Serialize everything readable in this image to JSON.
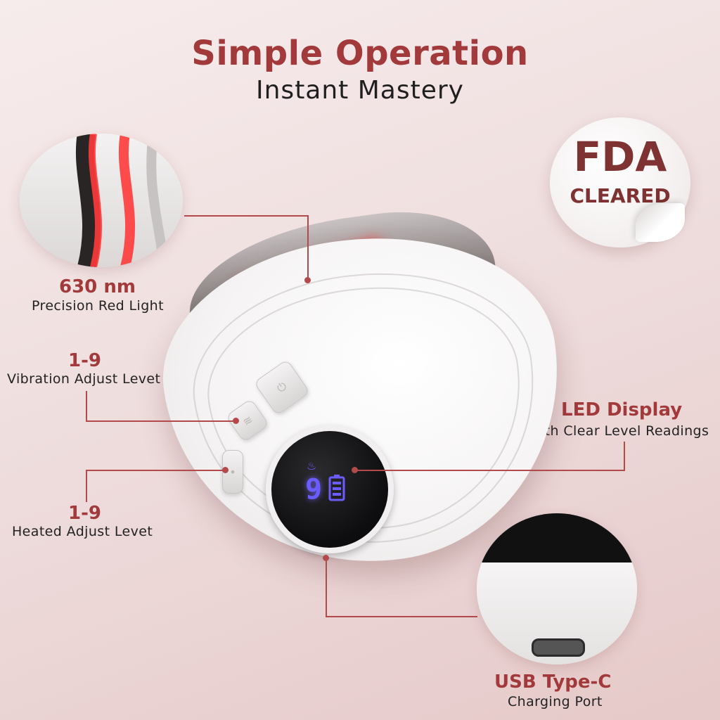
{
  "header": {
    "title": "Simple Operation",
    "subtitle": "Instant Mastery"
  },
  "badge": {
    "main": "FDA",
    "sub": "CLEARED"
  },
  "features": {
    "red_light": {
      "title": "630 nm",
      "desc": "Precision Red Light"
    },
    "vibration": {
      "title": "1-9",
      "desc": "Vibration Adjust Levet"
    },
    "heat": {
      "title": "1-9",
      "desc": "Heated Adjust Levet"
    },
    "display": {
      "title": "LED Display",
      "desc": "with Clear Level Readings"
    },
    "usb": {
      "title": "USB Type-C",
      "desc": "Charging Port"
    }
  },
  "device": {
    "display_reading": "9",
    "display_battery_icon": "battery-icon",
    "display_heat_icon": "flame-icon",
    "power_icon": "power-icon"
  },
  "colors": {
    "accent": "#a23a3c",
    "led_red": "#e21b1b",
    "led_blue": "#6b5cff"
  }
}
